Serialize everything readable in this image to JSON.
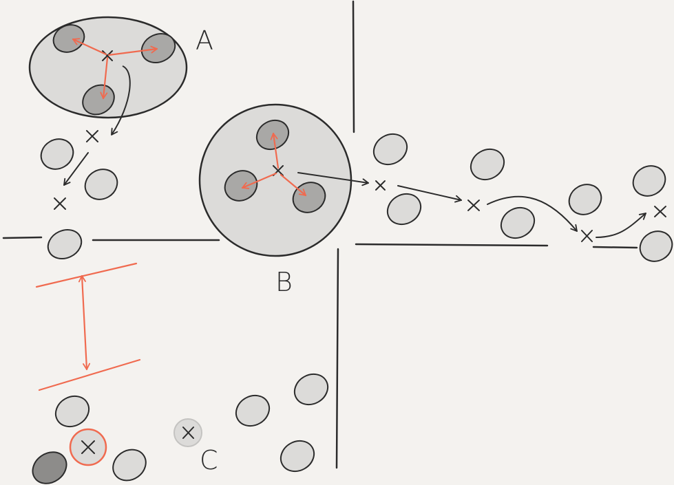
{
  "colors": {
    "background": "#f4f2ef",
    "ink": "#2b2b2b",
    "accent": "#f06a4f",
    "group_fill": "#dcdbd9",
    "inner_fill": "#a9a8a6",
    "point_fill": "#dcdbd9",
    "dark_point_fill": "#8d8c8a"
  },
  "labels": {
    "a": "A",
    "b": "B",
    "c": "C"
  }
}
